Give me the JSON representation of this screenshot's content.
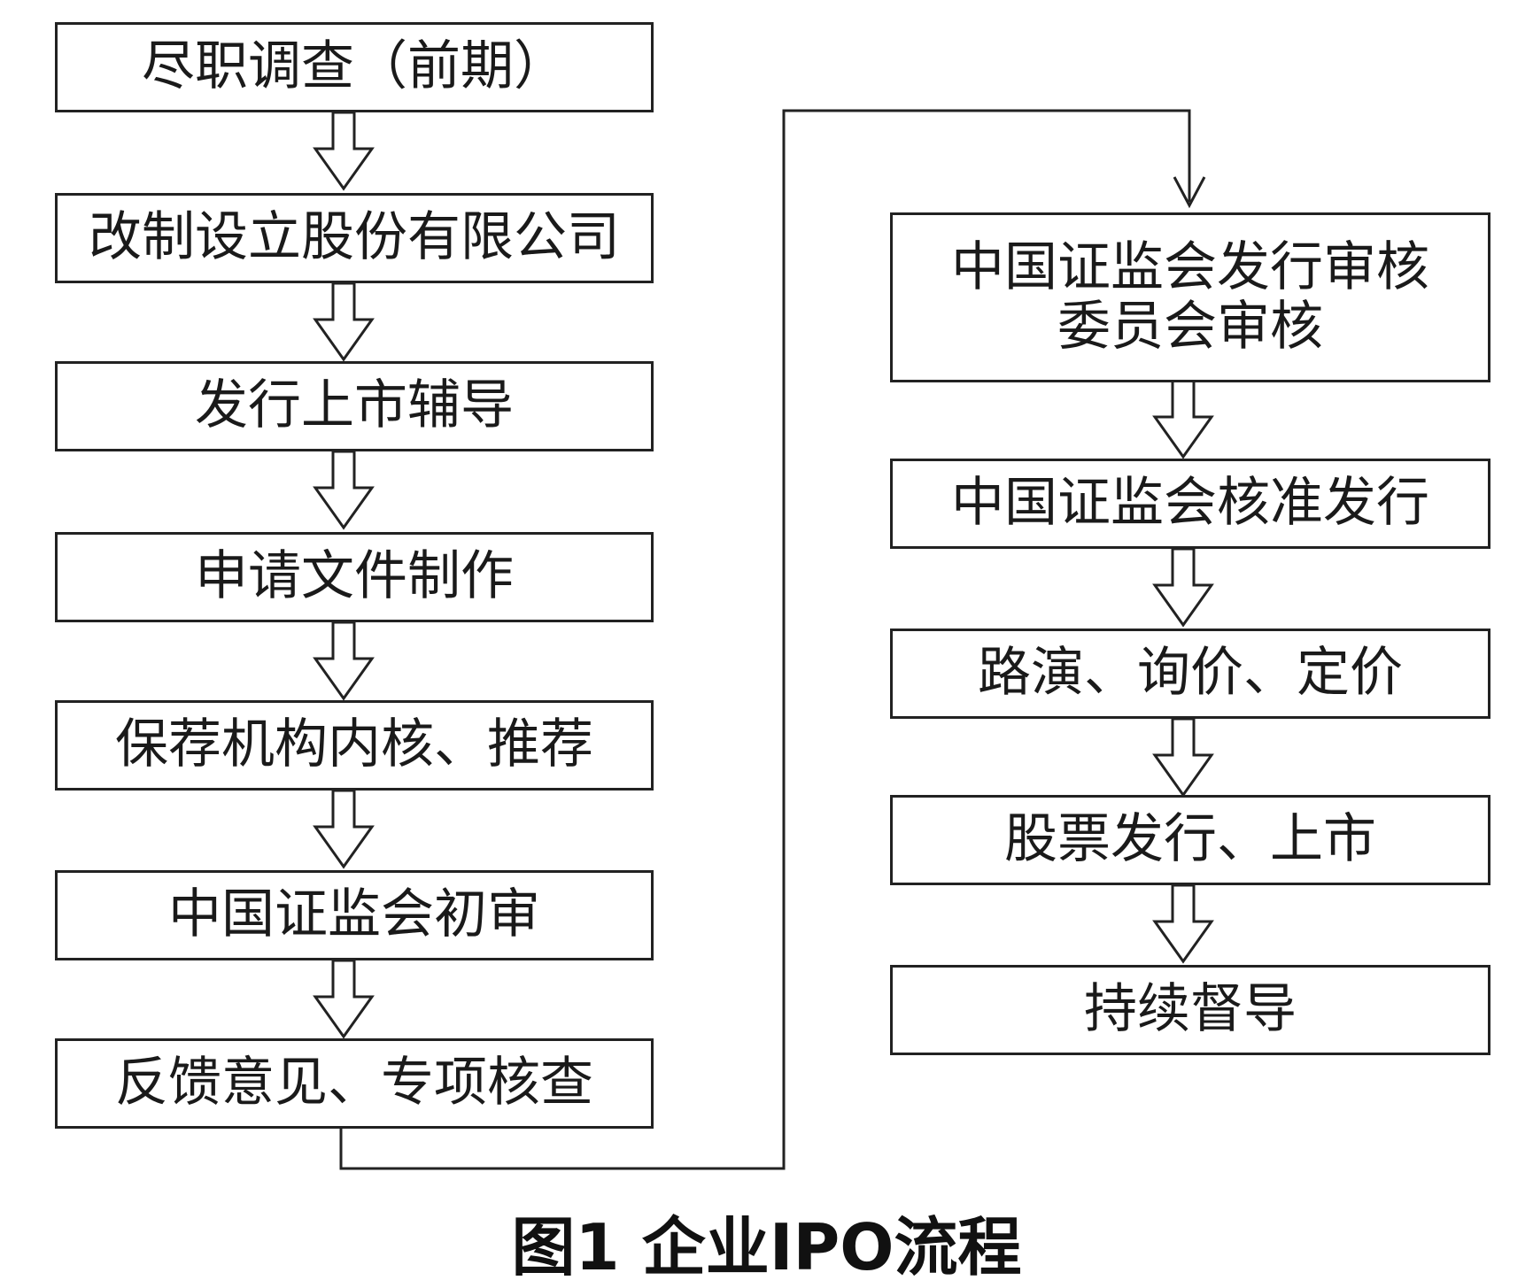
{
  "left_steps": [
    "尽职调查（前期）",
    "改制设立股份有限公司",
    "发行上市辅导",
    "申请文件制作",
    "保荐机构内核、推荐",
    "中国证监会初审",
    "反馈意见、专项核查"
  ],
  "right_steps": [
    "中国证监会发行审核委员会审核",
    "中国证监会核准发行",
    "路演、询价、定价",
    "股票发行、上市",
    "持续督导"
  ],
  "caption": "图1  企业IPO流程"
}
